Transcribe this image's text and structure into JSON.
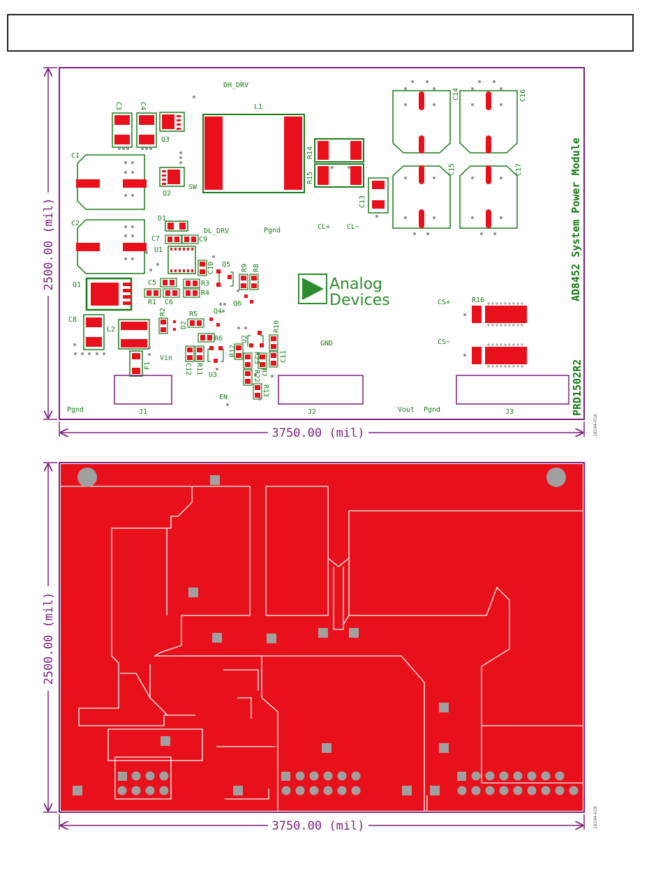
{
  "colors": {
    "silk": "#1a7a1a",
    "copper": "#e8101a",
    "dimension": "#7a1f7a",
    "via": "#909090",
    "logo": "#2e8b2e"
  },
  "top": {
    "title": "AD8452 System Power Module",
    "revision": "PRD1502R2",
    "logo": [
      "Analog",
      "Devices"
    ],
    "width_dim": "3750.00 (mil)",
    "height_dim": "2500.00 (mil)",
    "fig_id": "18194-018",
    "nets": {
      "dh": "DH_DRV",
      "dl": "DL_DRV",
      "sw": "SW",
      "pgnd_mid": "Pgnd",
      "clp": "CL+",
      "clm": "CL−",
      "csp": "CS+",
      "csm": "CS−",
      "gnd": "GND",
      "vin": "Vin",
      "en": "EN",
      "pgnd_left": "Pgnd",
      "vout": "Vout",
      "pgnd_right": "Pgnd"
    },
    "connectors": {
      "j1": "J1",
      "j2": "J2",
      "j3": "J3"
    },
    "refdes": {
      "L1": "L1",
      "L2": "L2",
      "C1": "C1",
      "C2": "C2",
      "C3": "C3",
      "C4": "C4",
      "C5": "C5",
      "C6": "C6",
      "C7": "C7",
      "C8": "C8",
      "C9": "C9",
      "C10": "C10",
      "C11": "C11",
      "C12": "C12",
      "C13": "C13",
      "C14": "C14",
      "C15": "C15",
      "C16": "C16",
      "C17": "C17",
      "Q1": "Q1",
      "Q2": "Q2",
      "Q3": "Q3",
      "Q4": "Q4",
      "Q5": "Q5",
      "Q6": "Q6",
      "D1": "D1",
      "D2": "D2",
      "U1": "U1",
      "U2": "U2",
      "U3": "U3",
      "F1": "F1",
      "R1": "R1",
      "R2": "R2",
      "R3": "R3",
      "R4": "R4",
      "R5": "R5",
      "R6": "R6",
      "R7": "R7",
      "R8": "R8",
      "R9": "R9",
      "R10": "R10",
      "R11": "R11",
      "R12": "R12",
      "R13": "R13",
      "R14": "R14",
      "R15": "R15",
      "R16": "R16",
      "R22": "R22",
      "R23": "R23"
    }
  },
  "bottom": {
    "width_dim": "3750.00 (mil)",
    "height_dim": "2500.00 (mil)",
    "fig_id": "18194-019"
  }
}
